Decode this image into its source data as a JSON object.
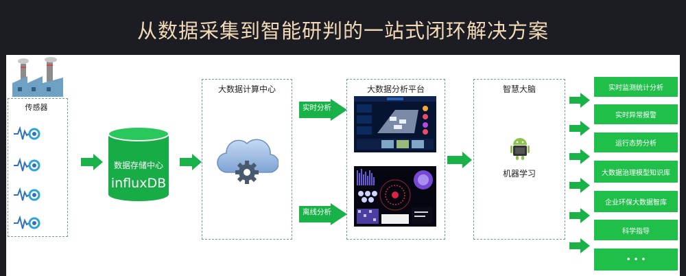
{
  "title": "从数据采集到智能研判的一站式闭环解决方案",
  "sensors": {
    "label": "传感器"
  },
  "storage": {
    "label": "数据存储中心",
    "db": "influxDB"
  },
  "compute": {
    "label": "大数据计算中心"
  },
  "analytics": {
    "label": "大数据分析平台",
    "realtime": "实时分析",
    "offline": "离线分析"
  },
  "brain": {
    "label": "智慧大脑",
    "ml": "机器学习"
  },
  "results": [
    "实时监测统计分析",
    "实时异常报警",
    "运行态势分析",
    "大数据治理模型知识库",
    "企业环保大数据智库",
    "科学指导",
    "• • •"
  ],
  "colors": {
    "accent": "#19b248",
    "title": "#f2d9b8",
    "background": "#1c1d22"
  }
}
